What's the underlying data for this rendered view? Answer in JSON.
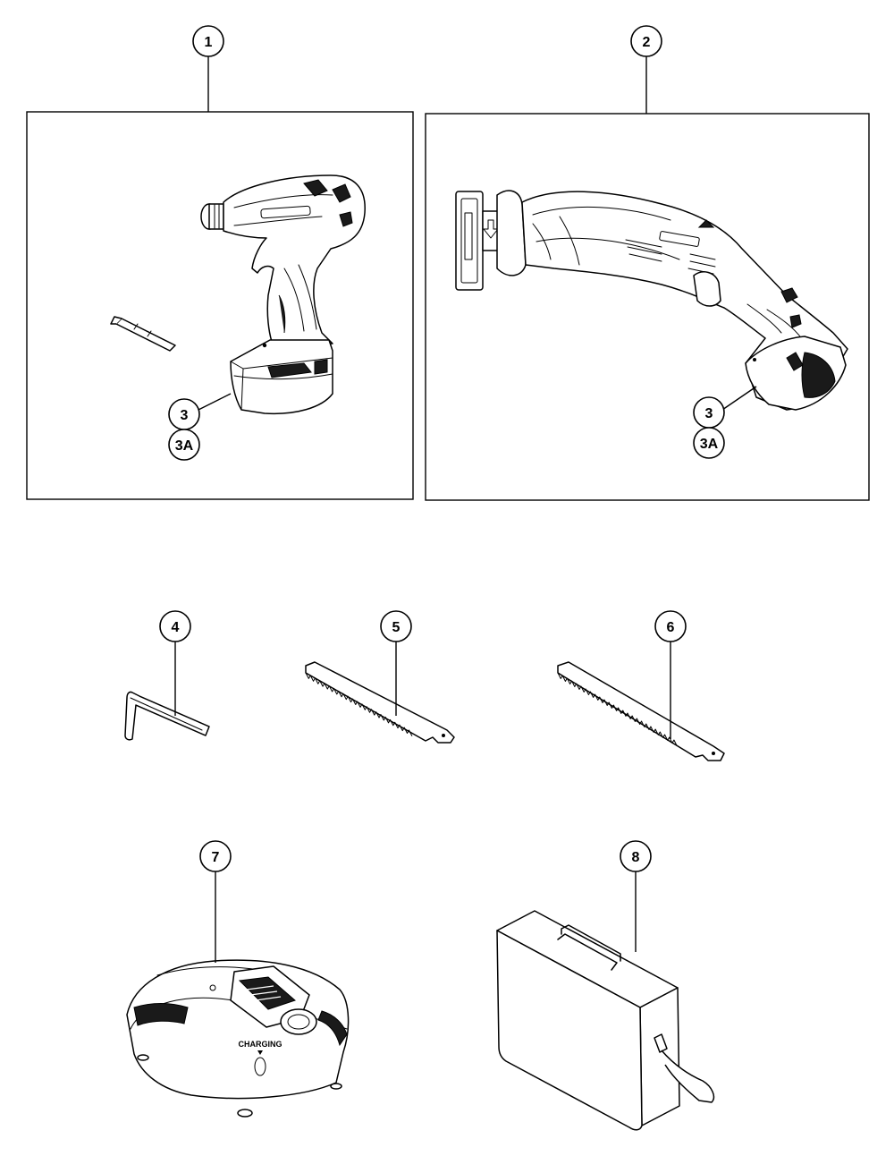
{
  "callouts": {
    "c1": "1",
    "c2": "2",
    "c3a": "3",
    "c3Aa": "3A",
    "c3b": "3",
    "c3Ab": "3A",
    "c4": "4",
    "c5": "5",
    "c6": "6",
    "c7": "7",
    "c8": "8"
  },
  "charger": {
    "label": "CHARGING"
  }
}
